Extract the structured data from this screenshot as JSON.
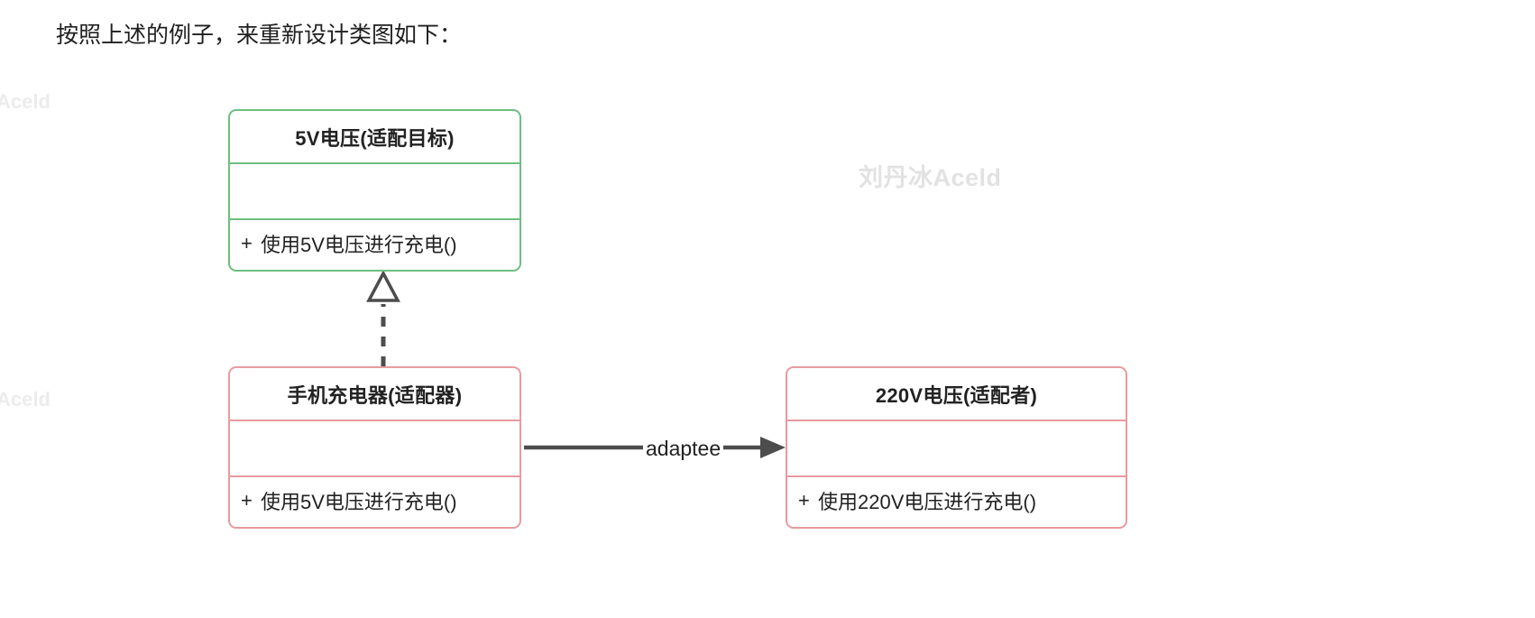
{
  "page": {
    "heading": "按照上述的例子，来重新设计类图如下："
  },
  "watermarks": {
    "main": "刘丹冰Aceld",
    "edge_top": "Aceld",
    "edge_bottom": "Aceld"
  },
  "diagram": {
    "type": "uml-class-diagram",
    "colors": {
      "target_border": "#6ebe80",
      "adapter_border": "#e89ba0",
      "adaptee_border": "#e89ba0",
      "connector": "#4d4d4d",
      "background": "#ffffff",
      "text": "#222222",
      "watermark": "#e2e2e2"
    },
    "classes": [
      {
        "id": "target",
        "name": "5V电压(适配目标)",
        "attributes": [],
        "methods": [
          {
            "visibility": "+",
            "signature": "使用5V电压进行充电()"
          }
        ]
      },
      {
        "id": "adapter",
        "name": "手机充电器(适配器)",
        "attributes": [],
        "methods": [
          {
            "visibility": "+",
            "signature": "使用5V电压进行充电()"
          }
        ]
      },
      {
        "id": "adaptee",
        "name": "220V电压(适配者)",
        "attributes": [],
        "methods": [
          {
            "visibility": "+",
            "signature": "使用220V电压进行充电()"
          }
        ]
      }
    ],
    "relations": [
      {
        "id": "realization",
        "kind": "realization",
        "from": "adapter",
        "to": "target",
        "line": "dashed",
        "arrowhead": "hollow-triangle",
        "label": ""
      },
      {
        "id": "association",
        "kind": "association",
        "from": "adapter",
        "to": "adaptee",
        "line": "solid",
        "arrowhead": "filled-arrow",
        "label": "adaptee"
      }
    ]
  }
}
